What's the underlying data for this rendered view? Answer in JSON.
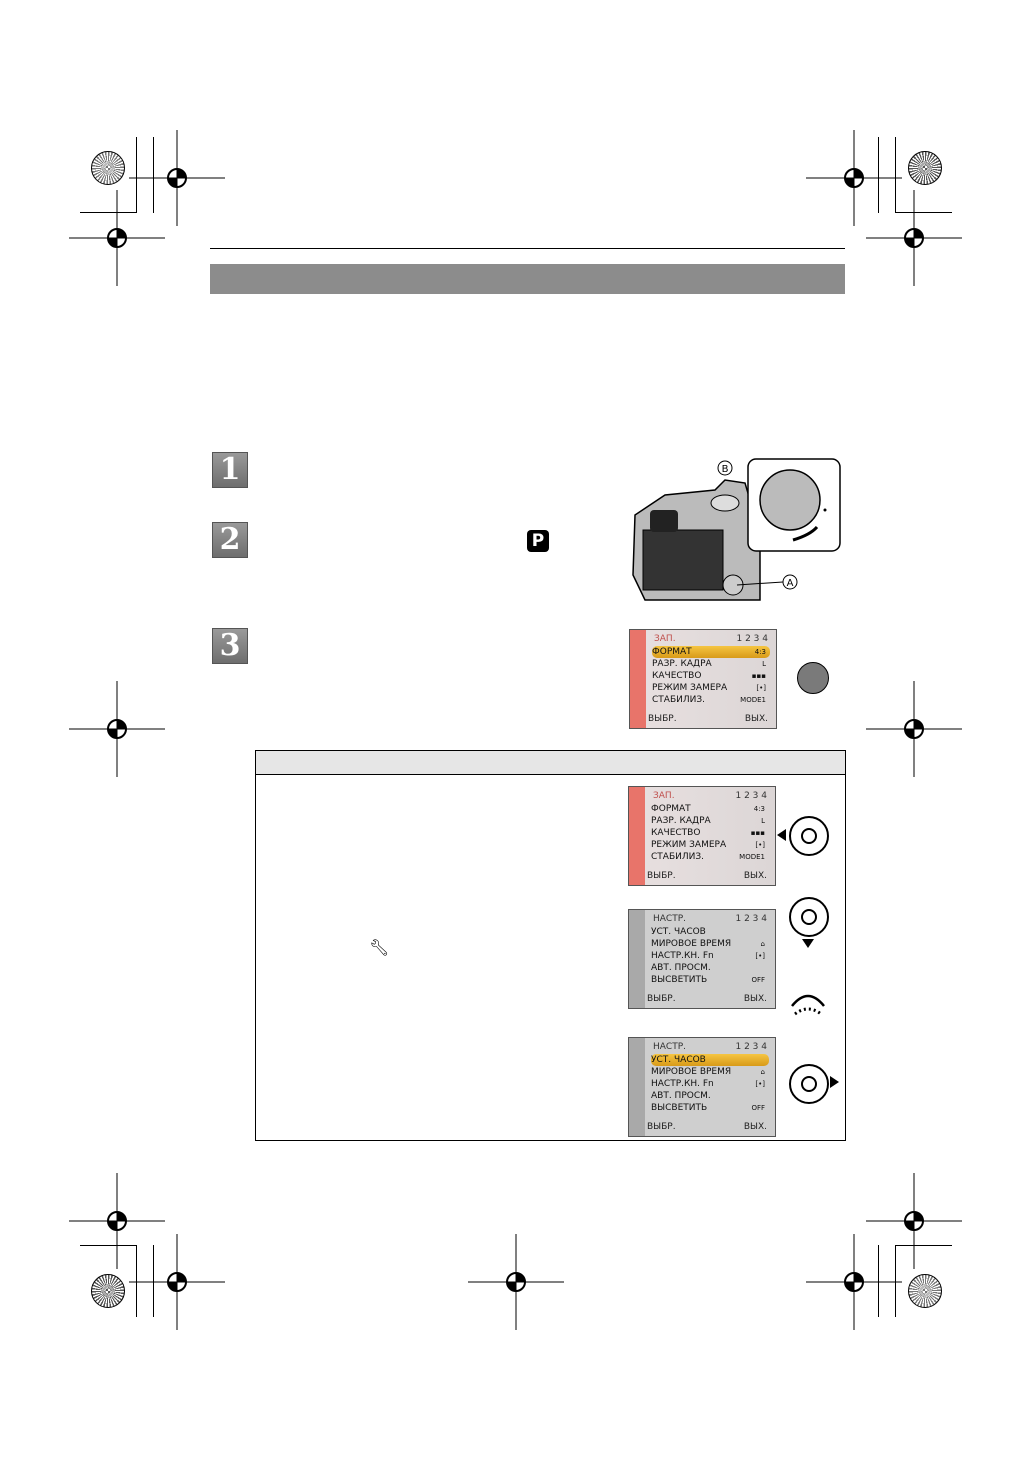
{
  "steps": [
    "1",
    "2",
    "3"
  ],
  "mode_icon": "P",
  "camera_labels": {
    "a": "A",
    "b": "B"
  },
  "menus": [
    {
      "title": "ЗАП.",
      "page": "1 2 3 4",
      "theme": "red",
      "items": [
        {
          "label": "ФОРМАТ",
          "value": "4:3",
          "highlight": true
        },
        {
          "label": "РАЗР. КАДРА",
          "value": "L"
        },
        {
          "label": "КАЧЕСТВО",
          "value": "▪▪▪"
        },
        {
          "label": "РЕЖИМ ЗАМЕРА",
          "value": "[•]"
        },
        {
          "label": "СТАБИЛИЗ.",
          "value": "MODE1"
        }
      ],
      "select": "ВЫБР.",
      "exit": "ВЫХ."
    },
    {
      "title": "ЗАП.",
      "page": "1 2 3 4",
      "theme": "red",
      "items": [
        {
          "label": "ФОРМАТ",
          "value": "4:3"
        },
        {
          "label": "РАЗР. КАДРА",
          "value": "L"
        },
        {
          "label": "КАЧЕСТВО",
          "value": "▪▪▪"
        },
        {
          "label": "РЕЖИМ ЗАМЕРА",
          "value": "[•]"
        },
        {
          "label": "СТАБИЛИЗ.",
          "value": "MODE1"
        }
      ],
      "select": "ВЫБР.",
      "exit": "ВЫХ."
    },
    {
      "title": "НАСТР.",
      "page": "1 2 3 4",
      "theme": "grey",
      "items": [
        {
          "label": "УСТ. ЧАСОВ",
          "value": ""
        },
        {
          "label": "МИРОВОЕ ВРЕМЯ",
          "value": "⌂"
        },
        {
          "label": "НАСТР.КН. Fn",
          "value": "[•]"
        },
        {
          "label": "АВТ. ПРОСМ.",
          "value": ""
        },
        {
          "label": "ВЫСВЕТИТЬ",
          "value": "OFF"
        }
      ],
      "select": "ВЫБР.",
      "exit": "ВЫХ."
    },
    {
      "title": "НАСТР.",
      "page": "1 2 3 4",
      "theme": "grey",
      "items": [
        {
          "label": "УСТ. ЧАСОВ",
          "value": "",
          "highlight": true
        },
        {
          "label": "МИРОВОЕ ВРЕМЯ",
          "value": "⌂"
        },
        {
          "label": "НАСТР.КН. Fn",
          "value": "[•]"
        },
        {
          "label": "АВТ. ПРОСМ.",
          "value": ""
        },
        {
          "label": "ВЫСВЕТИТЬ",
          "value": "OFF"
        }
      ],
      "select": "ВЫБР.",
      "exit": "ВЫХ."
    }
  ],
  "colors": {
    "header_bar": "#8c8c8c",
    "menu_highlight": "#e5ad2a",
    "button_grey": "#7a7a7a"
  }
}
